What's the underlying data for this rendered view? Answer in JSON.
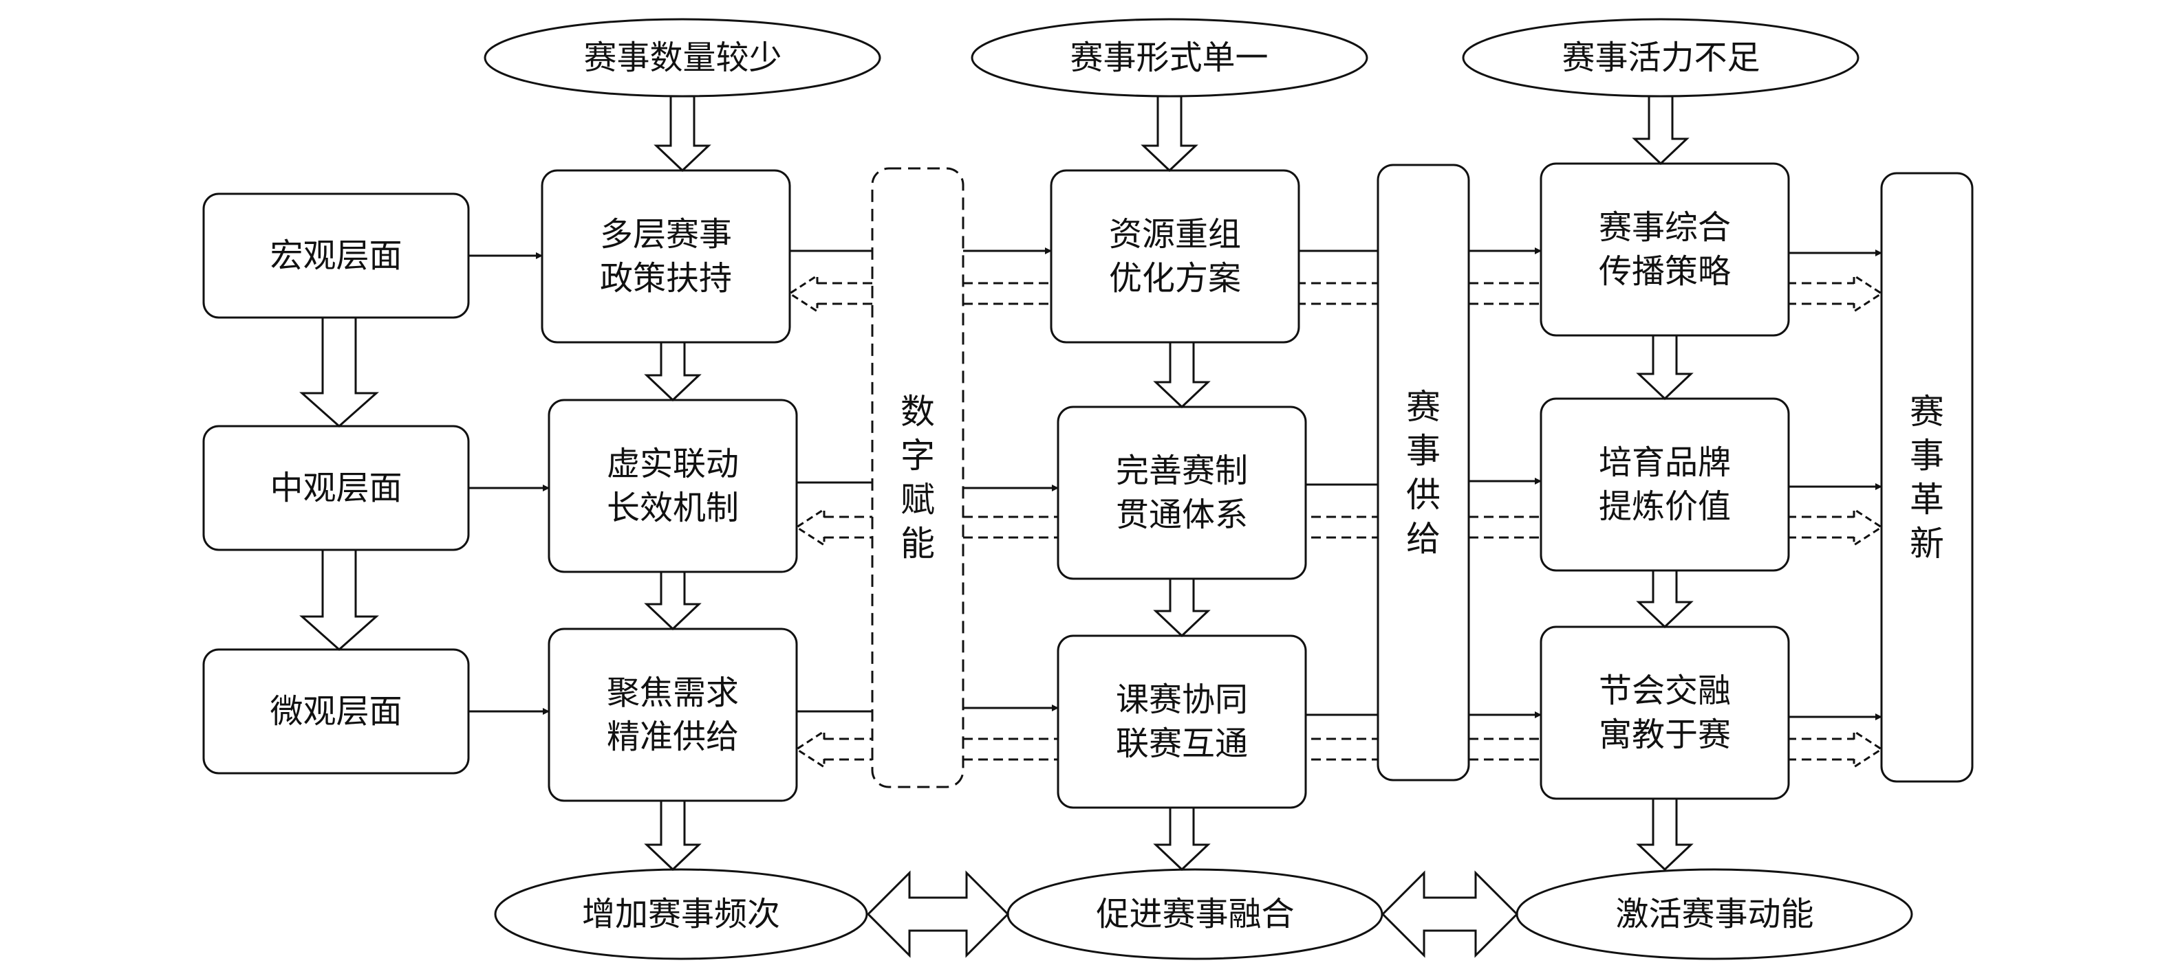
{
  "problems": [
    "赛事数量较少",
    "赛事形式单一",
    "赛事活力不足"
  ],
  "levels": [
    "宏观层面",
    "中观层面",
    "微观层面"
  ],
  "col1": [
    "多层赛事\n政策扶持",
    "虚实联动\n长效机制",
    "聚焦需求\n精准供给"
  ],
  "col2": [
    "资源重组\n优化方案",
    "完善赛制\n贯通体系",
    "课赛协同\n联赛互通"
  ],
  "col3": [
    "赛事综合\n传播策略",
    "培育品牌\n提炼价值",
    "节会交融\n寓教于赛"
  ],
  "bars": {
    "digital": "数字赋能",
    "supply": "赛事供给",
    "innovation": "赛事革新"
  },
  "outcomes": [
    "增加赛事频次",
    "促进赛事融合",
    "激活赛事动能"
  ]
}
